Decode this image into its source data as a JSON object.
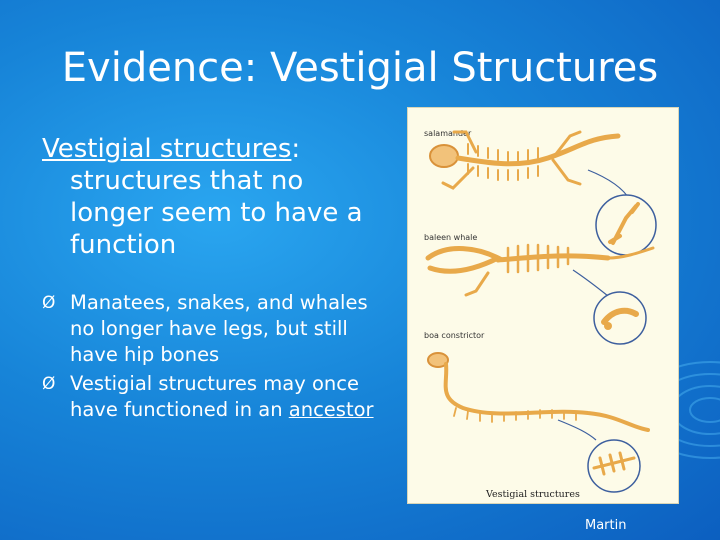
{
  "slide": {
    "title": "Evidence: Vestigial Structures",
    "lead_term": "Vestigial structures",
    "lead_colon": ":",
    "lead_definition": "structures that no longer seem to have a function",
    "bullet_marker": "Ø",
    "bullets": [
      {
        "text": "Manatees, snakes, and whales no longer have legs, but still have hip bones"
      },
      {
        "text_before": "Vestigial structures may once have functioned in an ",
        "link": "ancestor"
      }
    ],
    "footer": "Martin"
  },
  "figure": {
    "labels": [
      "salamander",
      "baleen whale",
      "boa constrictor"
    ],
    "caption": "Vestigial structures"
  },
  "colors": {
    "background": "#1784d8",
    "bone": "#e8a94a",
    "circle": "#3d5f9e"
  }
}
